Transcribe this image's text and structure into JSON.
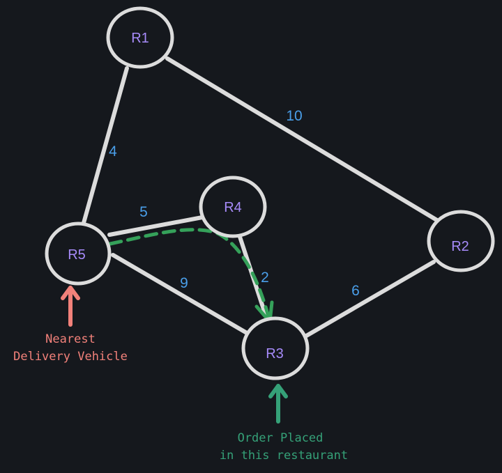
{
  "nodes": {
    "r1": "R1",
    "r2": "R2",
    "r3": "R3",
    "r4": "R4",
    "r5": "R5"
  },
  "weights": {
    "r1_r2": "10",
    "r1_r5": "4",
    "r5_r4": "5",
    "r4_r3": "2",
    "r5_r3": "9",
    "r2_r3": "6"
  },
  "annotations": {
    "vehicle_line1": "Nearest",
    "vehicle_line2": "Delivery Vehicle",
    "order_line1": "Order Placed",
    "order_line2": "in this restaurant"
  },
  "colors": {
    "background": "#15181d",
    "edge": "#dcdcdc",
    "node_label": "#a78bfa",
    "weight": "#4a9fea",
    "route": "#35a15a",
    "vehicle_annotation": "#f2817a",
    "order_annotation": "#35a178"
  }
}
